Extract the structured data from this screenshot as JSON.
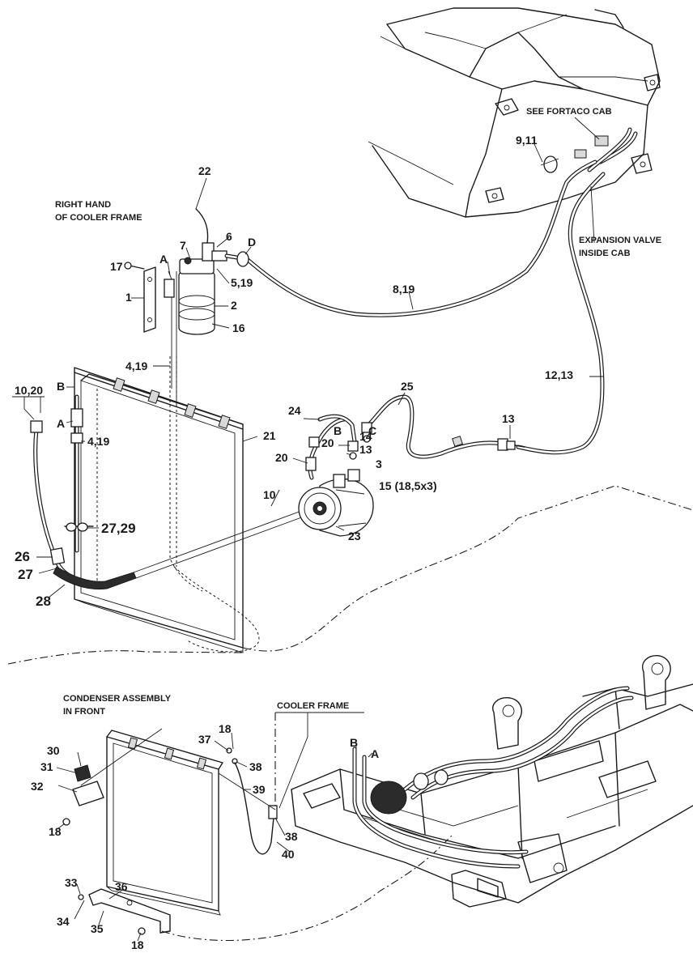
{
  "notes": {
    "right_hand": [
      "RIGHT HAND",
      "OF COOLER FRAME"
    ],
    "see_fortaco": "SEE FORTACO CAB",
    "expansion_valve": [
      "EXPANSION VALVE",
      "INSIDE CAB"
    ],
    "condenser_front": [
      "CONDENSER ASSEMBLY",
      "IN FRONT"
    ],
    "cooler_frame": "COOLER FRAME"
  },
  "callouts": {
    "c1": "1",
    "c2": "2",
    "c3": "3",
    "c4_19": "4,19",
    "c4_19b": "4,19",
    "c5_19": "5,19",
    "c6": "6",
    "c7": "7",
    "c8_19": "8,19",
    "c9_11": "9,11",
    "c10": "10",
    "c10_20": "10,20",
    "c12_13": "12,13",
    "c13a": "13",
    "c13b": "13",
    "c14": "14",
    "c15": "15 (18,5x3)",
    "c16": "16",
    "c17": "17",
    "c20a": "20",
    "c20b": "20",
    "c21": "21",
    "c22": "22",
    "c23": "23",
    "c24": "24",
    "c25": "25",
    "c26": "26",
    "c27": "27",
    "c27_29": "27,29",
    "c28": "28",
    "c30": "30",
    "c31": "31",
    "c32": "32",
    "c33": "33",
    "c34": "34",
    "c35": "35",
    "c36": "36",
    "c37": "37",
    "c38a": "38",
    "c38b": "38",
    "c39": "39",
    "c40": "40",
    "c18a": "18",
    "c18b": "18",
    "c18c": "18",
    "lA1": "A",
    "lB1": "B",
    "lA2": "A",
    "lB2": "B",
    "lC": "C",
    "lD": "D",
    "lA3": "A",
    "lB3": "B"
  }
}
